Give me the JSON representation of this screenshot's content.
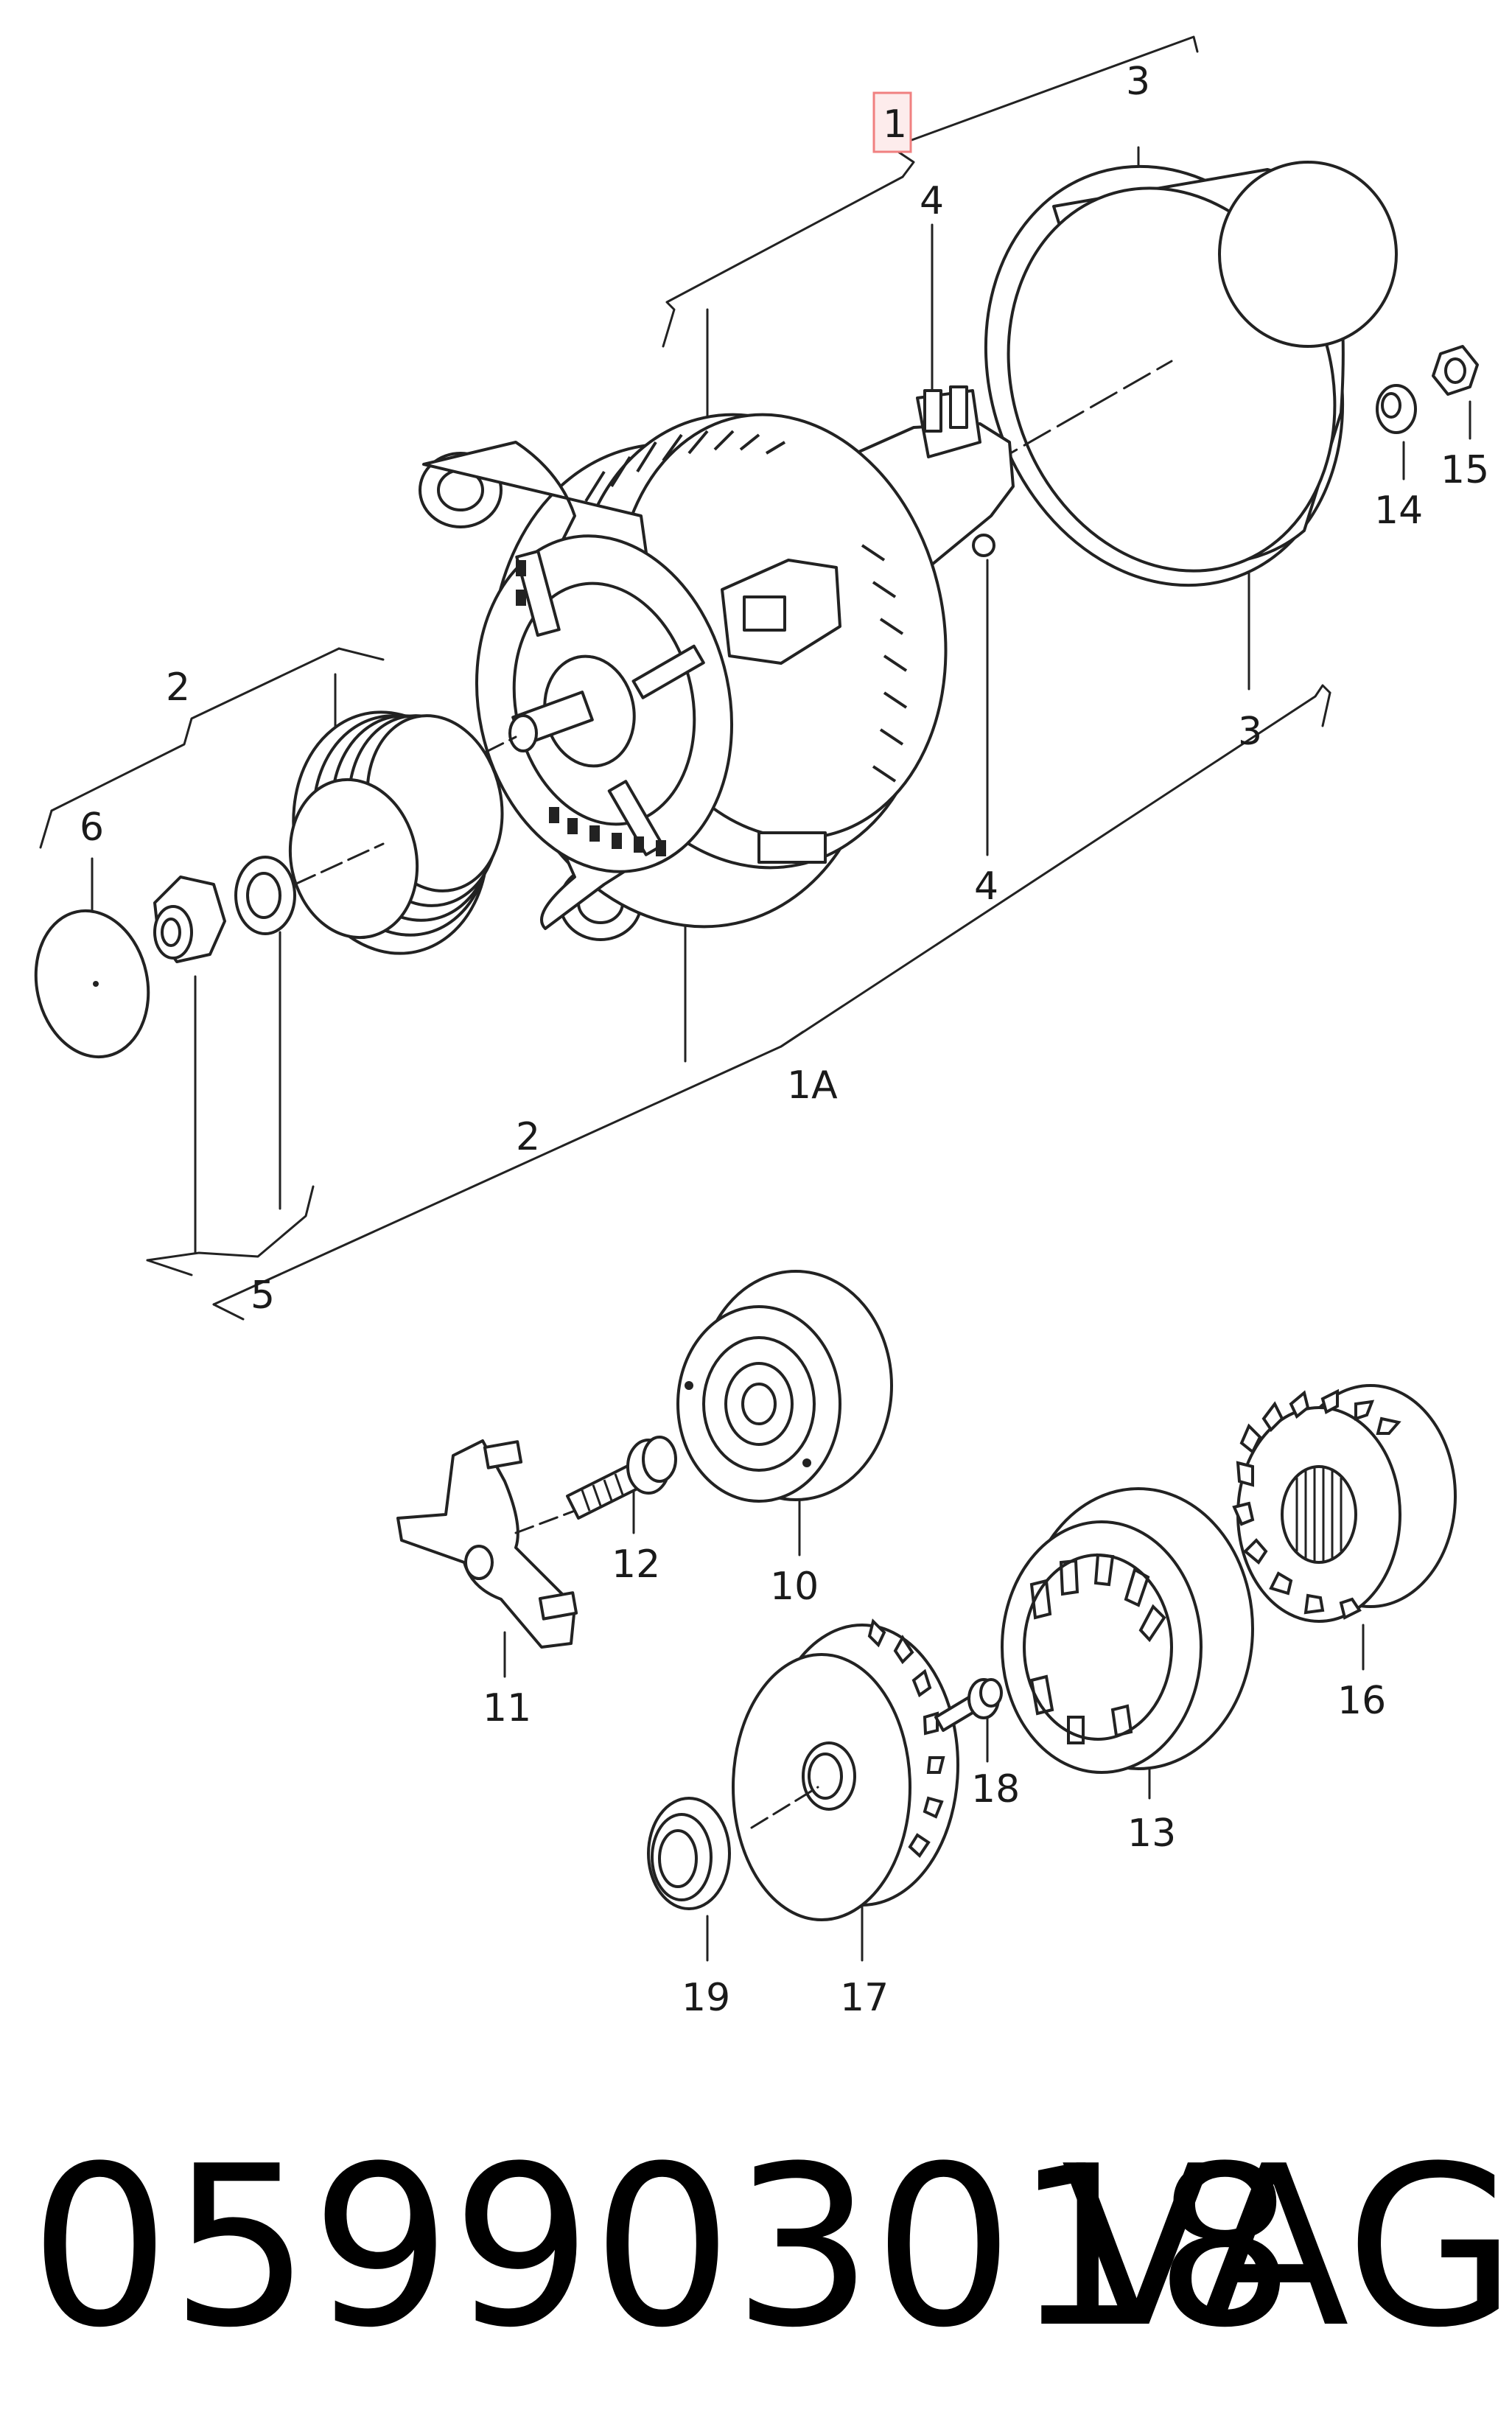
{
  "diagram": {
    "highlight_color": "#f08080",
    "callouts": {
      "c1": "1",
      "c1a": "1A",
      "c2_top": "2",
      "c2_mid": "2",
      "c3_top": "3",
      "c3_bottom": "3",
      "c4_top": "4",
      "c4_bottom": "4",
      "c5": "5",
      "c6": "6",
      "c10": "10",
      "c11": "11",
      "c12": "12",
      "c13": "13",
      "c14": "14",
      "c15": "15",
      "c16": "16",
      "c17": "17",
      "c18": "18",
      "c19": "19"
    }
  },
  "footer": {
    "part_number": "059903018",
    "brand": "VAG"
  }
}
